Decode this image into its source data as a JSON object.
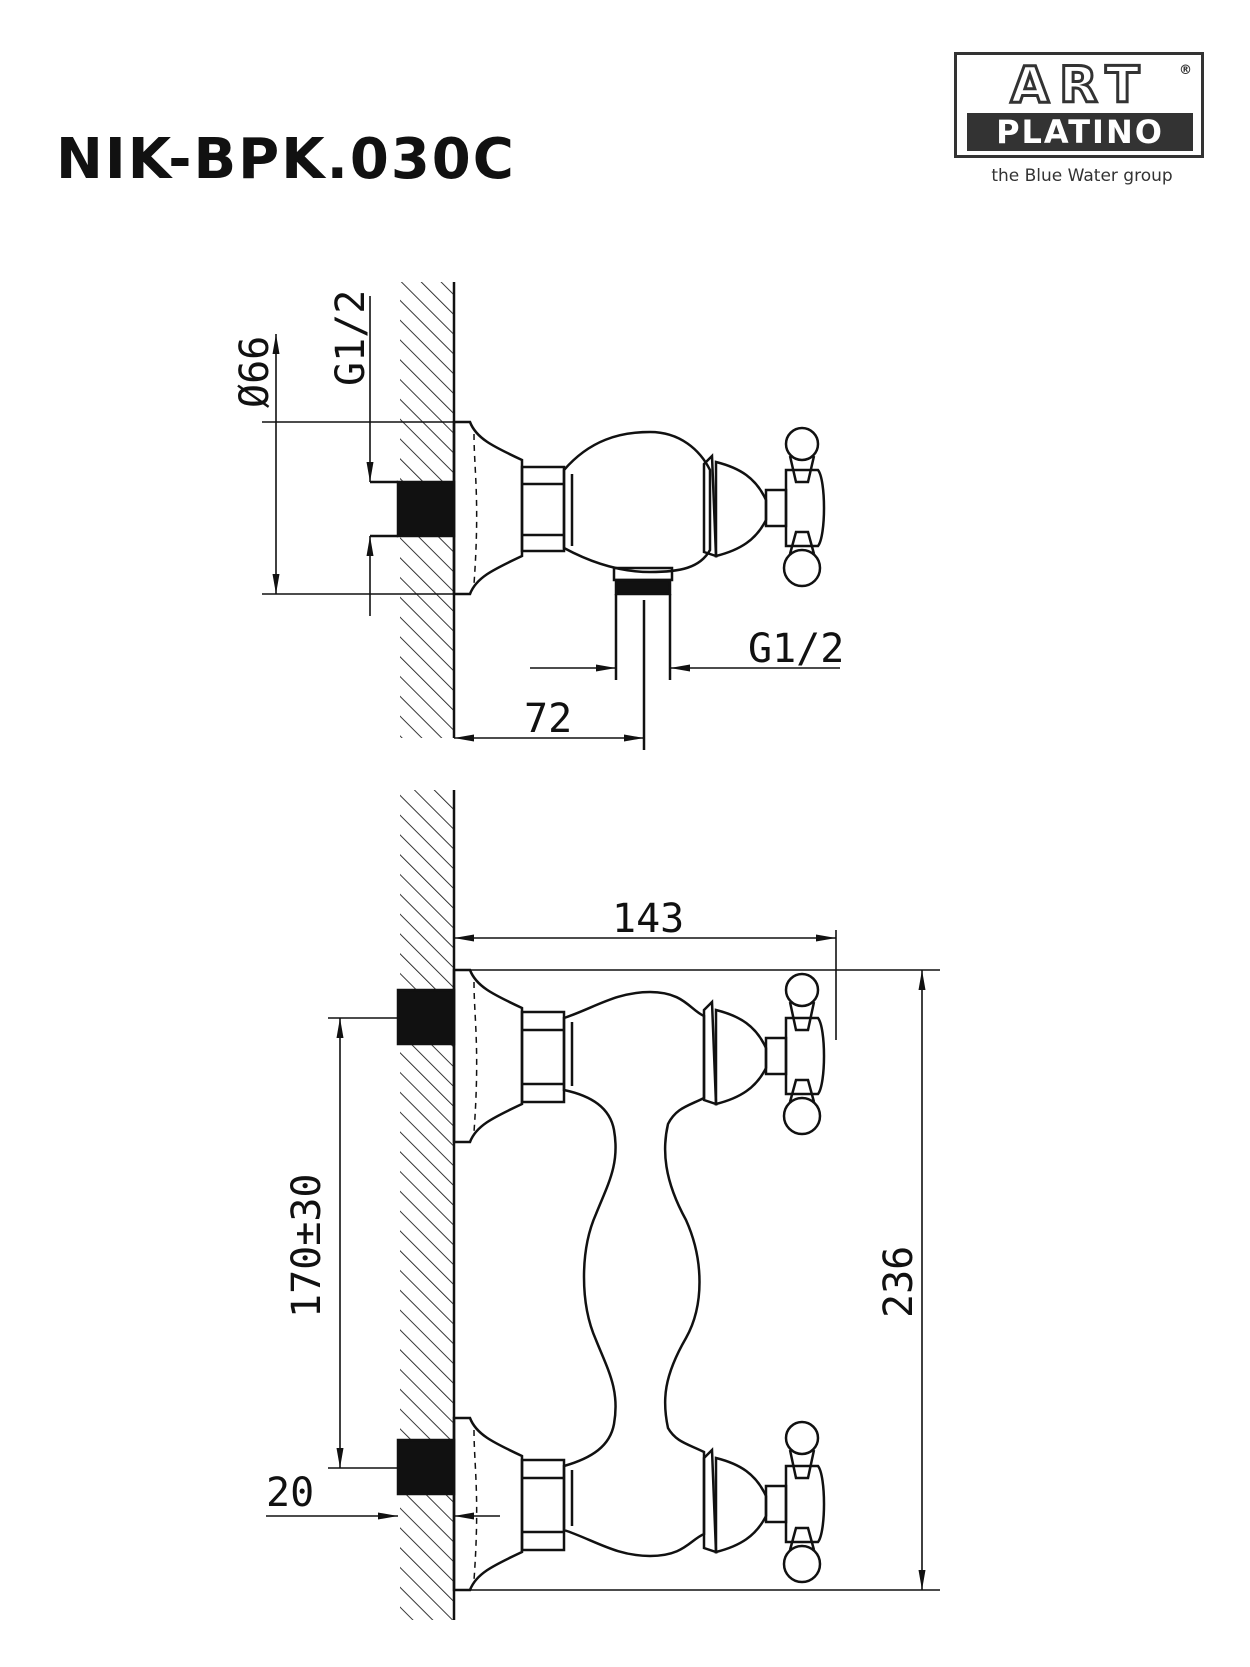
{
  "header": {
    "model": "NIK-BPK.030C"
  },
  "logo": {
    "line1": "ART",
    "registered": "®",
    "line2": "PLATINO",
    "tagline": "the Blue Water group"
  },
  "side_view": {
    "diameter": "Ø66",
    "inlet_thread": "G1/2",
    "outlet_thread": "G1/2",
    "outlet_distance": "72"
  },
  "front_view": {
    "projection": "143",
    "height": "236",
    "inlet_spacing": "170±30",
    "inlet_depth": "20"
  }
}
